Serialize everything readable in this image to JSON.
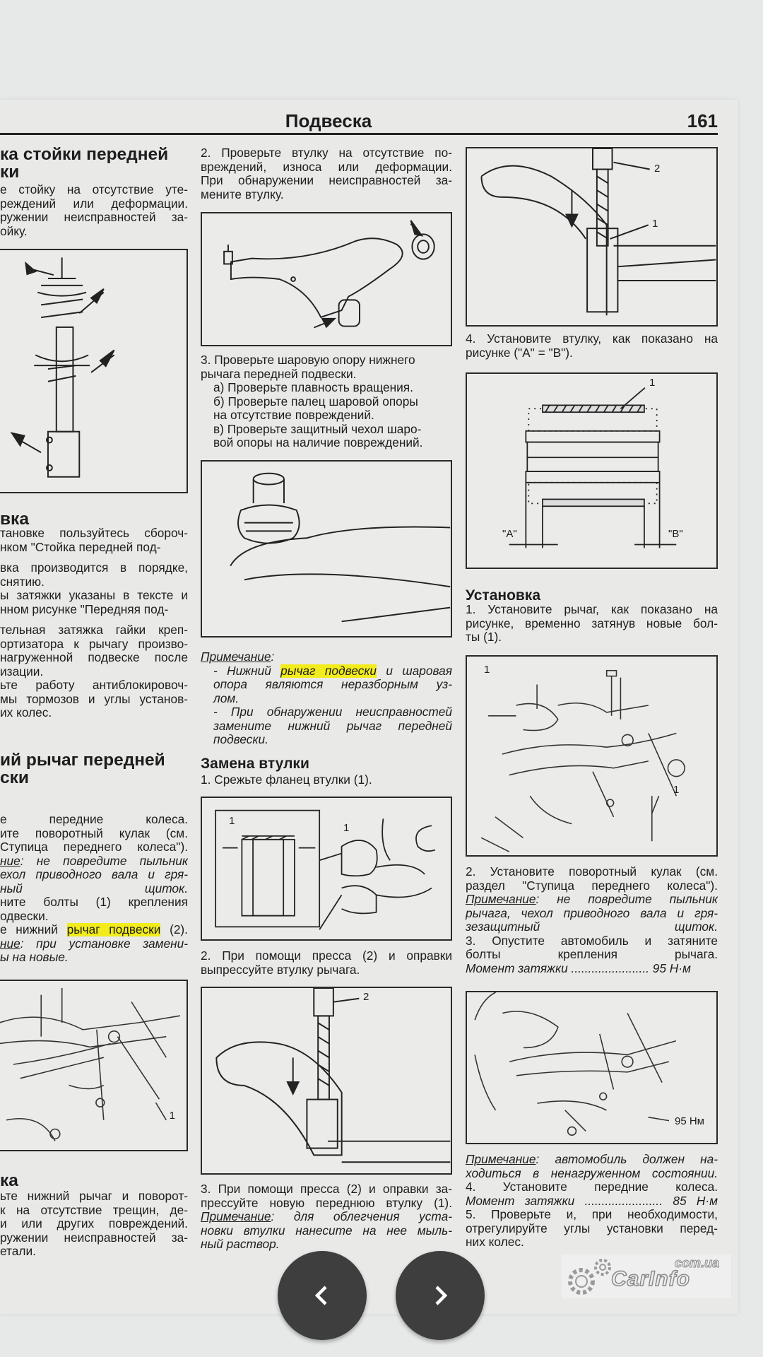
{
  "header": {
    "title": "Подвеска",
    "page_number": "161"
  },
  "left": {
    "h1": [
      "ка стойки передней",
      "ки"
    ],
    "t1": [
      "е стойку на отсутствие уте-",
      "реждений или деформации.",
      "ружении неисправностей за-",
      "ойку."
    ],
    "h2": [
      "вка"
    ],
    "t2": [
      "тановке пользуйтесь сбороч-",
      "нком \"Стойка передней под-",
      "",
      "вка производится в порядке,",
      " снятию.",
      "ы затяжки указаны в тексте и",
      "нном рисунке \"Передняя под-",
      "",
      "тельная затяжка гайки креп-",
      "ортизатора к рычагу произво-",
      " нагруженной подвеске после",
      "изации.",
      "ьте работу антиблокировоч-",
      "мы тормозов и углы установ-",
      "их колес."
    ],
    "h3": [
      "ий рычаг передней",
      "ски"
    ],
    "t3": [
      "е передние колеса.",
      "ите поворотный кулак (см.",
      "Ступица переднего колеса\").",
      {
        "parts": [
          {
            "t": "ние",
            "u": true,
            "i": true
          },
          {
            "t": ": не повредите пыльник",
            "i": true
          }
        ]
      },
      {
        "parts": [
          {
            "t": "ехол приводного вала и гря-",
            "i": true
          }
        ]
      },
      {
        "parts": [
          {
            "t": "ный щиток.",
            "i": true
          }
        ]
      },
      "ните болты (1) крепления",
      "одвески.",
      {
        "parts": [
          {
            "t": "е нижний "
          },
          {
            "t": "рычаг подвески",
            "hl": true
          },
          {
            "t": " (2)."
          }
        ]
      },
      {
        "parts": [
          {
            "t": "ние",
            "u": true,
            "i": true
          },
          {
            "t": ": при установке замени-",
            "i": true
          }
        ]
      },
      {
        "parts": [
          {
            "t": "ы на новые.",
            "i": true
          }
        ]
      }
    ],
    "fig_bottom_label": "1",
    "h4": [
      "ка"
    ],
    "t4": [
      "ьте нижний рычаг и поворот-",
      "к на отсутствие трещин, де-",
      "и или других повреждений.",
      "ружении неисправностей за-",
      "етали."
    ]
  },
  "middle": {
    "t1": [
      "2. Проверьте втулку на отсутствие по-",
      "вреждений, износа или деформации.",
      "При обнаружении неисправностей за-",
      "мените втулку."
    ],
    "t2": [
      "3. Проверьте шаровую опору нижнего",
      "рычага передней подвески.",
      {
        "indent": true,
        "parts": [
          {
            "t": "а) Проверьте плавность вращения."
          }
        ]
      },
      {
        "indent": true,
        "parts": [
          {
            "t": "б) Проверьте палец шаровой опоры"
          }
        ]
      },
      {
        "indent": true,
        "parts": [
          {
            "t": "на отсутствие повреждений."
          }
        ]
      },
      {
        "indent": true,
        "parts": [
          {
            "t": "в) Проверьте защитный чехол шаро-"
          }
        ]
      },
      {
        "indent": true,
        "parts": [
          {
            "t": "вой опоры на наличие повреждений."
          }
        ]
      }
    ],
    "note1": [
      {
        "parts": [
          {
            "t": "Примечание",
            "u": true,
            "i": true
          },
          {
            "t": ":",
            "i": true
          }
        ]
      },
      {
        "indent": true,
        "parts": [
          {
            "t": "- Нижний ",
            "i": true
          },
          {
            "t": "рычаг подвески",
            "i": true,
            "hl": true
          },
          {
            "t": " и шаровая",
            "i": true
          }
        ]
      },
      {
        "indent": true,
        "parts": [
          {
            "t": "опора являются неразборным уз-",
            "i": true
          }
        ]
      },
      {
        "indent": true,
        "parts": [
          {
            "t": "лом.",
            "i": true
          }
        ]
      },
      {
        "indent": true,
        "parts": [
          {
            "t": "- При обнаружении неисправностей",
            "i": true
          }
        ]
      },
      {
        "indent": true,
        "parts": [
          {
            "t": "замените нижний рычаг передней",
            "i": true
          }
        ]
      },
      {
        "indent": true,
        "parts": [
          {
            "t": "подвески.",
            "i": true
          }
        ]
      }
    ],
    "h1": [
      "Замена втулки"
    ],
    "t3": [
      "1. Срежьте фланец втулки (1)."
    ],
    "fig3_labels": [
      "1",
      "1"
    ],
    "t4": [
      "2. При помощи пресса (2) и оправки",
      "выпрессуйте втулку рычага."
    ],
    "fig4_label": "2",
    "t5": [
      "3. При помощи пресса (2) и оправки за-",
      "прессуйте новую переднюю втулку (1).",
      {
        "parts": [
          {
            "t": "Примечание",
            "u": true,
            "i": true
          },
          {
            "t": ": для облегчения уста-",
            "i": true
          }
        ]
      },
      {
        "parts": [
          {
            "t": "новки втулки нанесите на нее мыль-",
            "i": true
          }
        ]
      },
      {
        "parts": [
          {
            "t": "ный раствор.",
            "i": true
          }
        ]
      }
    ]
  },
  "right": {
    "fig1_labels": [
      "2",
      "1"
    ],
    "t1": [
      "4. Установите втулку, как показано на",
      "рисунке (\"A\" = \"B\")."
    ],
    "fig2_labels": [
      "1",
      "\"A\"",
      "\"B\""
    ],
    "h1": [
      "Установка"
    ],
    "t2": [
      "1. Установите рычаг, как показано на",
      "рисунке, временно затянув новые бол-",
      "ты (1)."
    ],
    "fig3_labels": [
      "1",
      "1"
    ],
    "t3": [
      "2. Установите поворотный кулак (см.",
      "раздел \"Ступица переднего колеса\").",
      {
        "parts": [
          {
            "t": "Примечание",
            "u": true,
            "i": true
          },
          {
            "t": ": не повредите пыльник",
            "i": true
          }
        ]
      },
      {
        "parts": [
          {
            "t": "рычага, чехол приводного вала и гря-",
            "i": true
          }
        ]
      },
      {
        "parts": [
          {
            "t": "зезащитный щиток.",
            "i": true
          }
        ]
      },
      "3. Опустите автомобиль и затяните",
      "болты крепления рычага.",
      {
        "parts": [
          {
            "t": "Момент затяжки ....................... 95 Н·м",
            "i": true
          }
        ]
      }
    ],
    "fig4_label": "95 Нм",
    "t4": [
      {
        "parts": [
          {
            "t": "Примечание",
            "u": true,
            "i": true
          },
          {
            "t": ": автомобиль должен на-",
            "i": true
          }
        ]
      },
      {
        "parts": [
          {
            "t": "ходиться в ненагруженном состоянии.",
            "i": true
          }
        ]
      },
      "4. Установите передние колеса.",
      {
        "parts": [
          {
            "t": "Момент затяжки ....................... 85 Н·м",
            "i": true
          }
        ]
      },
      "5. Проверьте и, при необходимости,",
      "отрегулируйте углы установки перед-",
      "них колес."
    ]
  },
  "watermark": {
    "brand": "CarInfo",
    "domain": "com.ua"
  },
  "nav": {
    "prev_icon": "chevron-left-icon",
    "next_icon": "chevron-right-icon",
    "button_color": "#3e3e3e",
    "highlight_color": "#f2ec1c"
  }
}
